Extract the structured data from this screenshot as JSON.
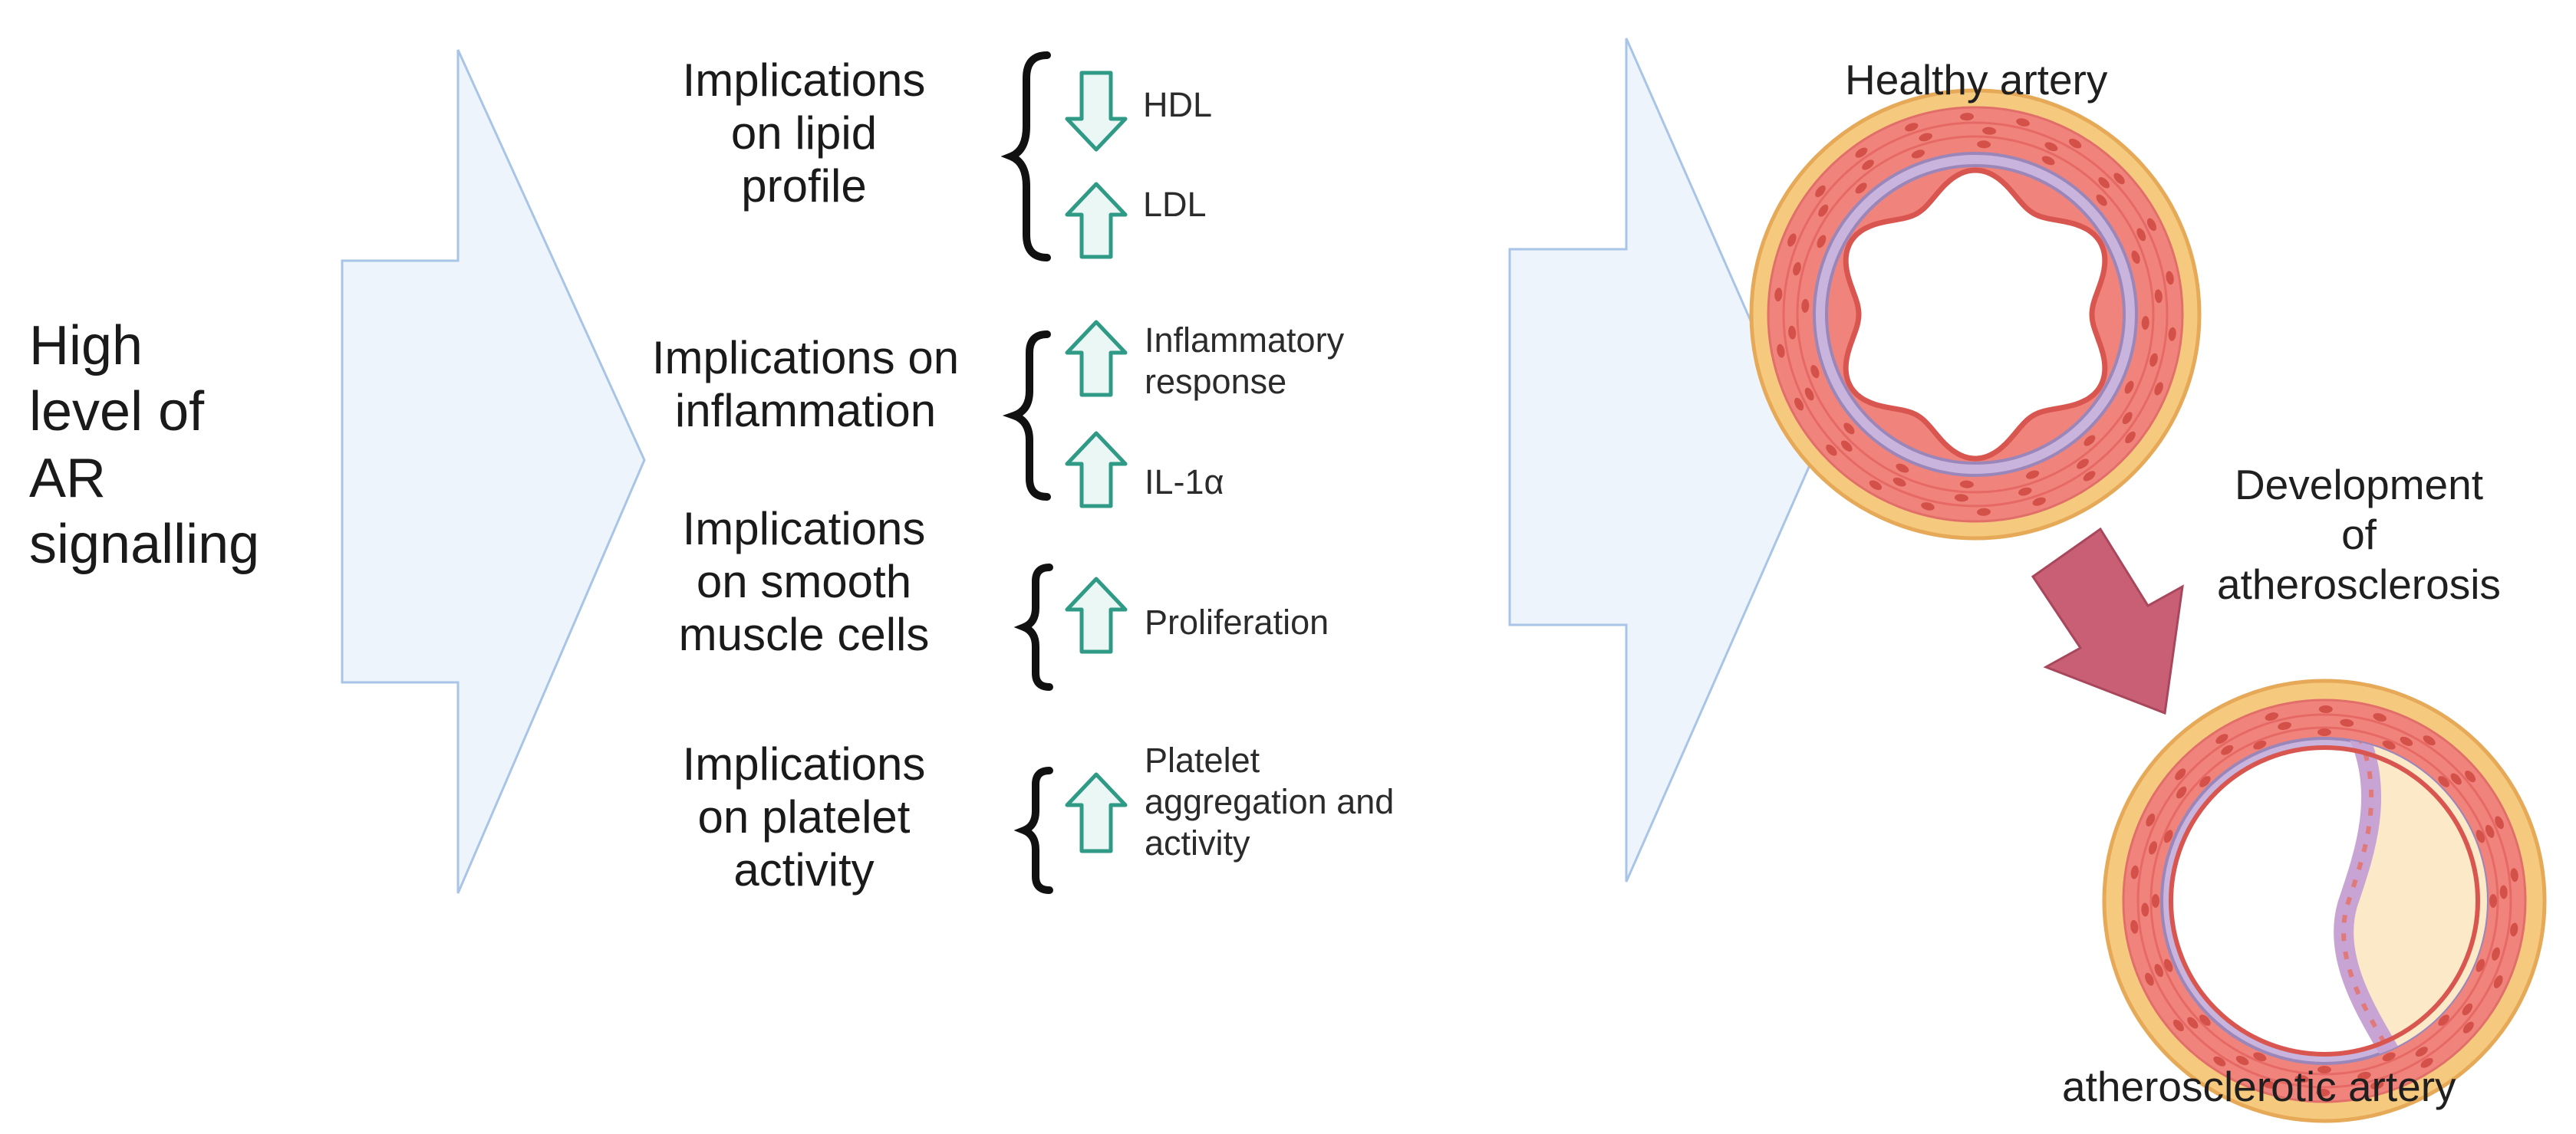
{
  "lead_text": [
    "High",
    "level of",
    "AR",
    "signalling"
  ],
  "groups": [
    {
      "category": [
        "Implications",
        "on lipid",
        "profile"
      ],
      "effects": [
        {
          "direction": "down",
          "lines": [
            "HDL"
          ]
        },
        {
          "direction": "up",
          "lines": [
            "LDL"
          ]
        }
      ]
    },
    {
      "category": [
        "Implications on",
        "inflammation"
      ],
      "effects": [
        {
          "direction": "up",
          "lines": [
            "Inflammatory",
            "response"
          ]
        },
        {
          "direction": "up",
          "lines": [
            "IL-1α"
          ]
        }
      ]
    },
    {
      "category": [
        "Implications",
        "on smooth",
        "muscle cells"
      ],
      "effects": [
        {
          "direction": "up",
          "lines": [
            "Proliferation"
          ]
        }
      ]
    },
    {
      "category": [
        "Implications",
        "on platelet",
        "activity"
      ],
      "effects": [
        {
          "direction": "up",
          "lines": [
            "Platelet",
            "aggregation and",
            "activity"
          ]
        }
      ]
    }
  ],
  "healthy_label": "Healthy artery",
  "development_label": [
    "Development",
    "of",
    "atherosclerosis"
  ],
  "diseased_label": "atherosclerotic artery",
  "colors": {
    "big_arrow_fill": "#eef4fc",
    "big_arrow_stroke": "#a8c4e6",
    "small_arrow_fill": "#ebf7f4",
    "small_arrow_stroke": "#2f9a86",
    "brace": "#111111",
    "adventitia": "#f5c97e",
    "media": "#f0847c",
    "elastic_lamina": "#c8b4dc",
    "nucleus": "#d4514a",
    "plaque": "#fbe9c8",
    "progress_arrow": "#c95f75"
  }
}
